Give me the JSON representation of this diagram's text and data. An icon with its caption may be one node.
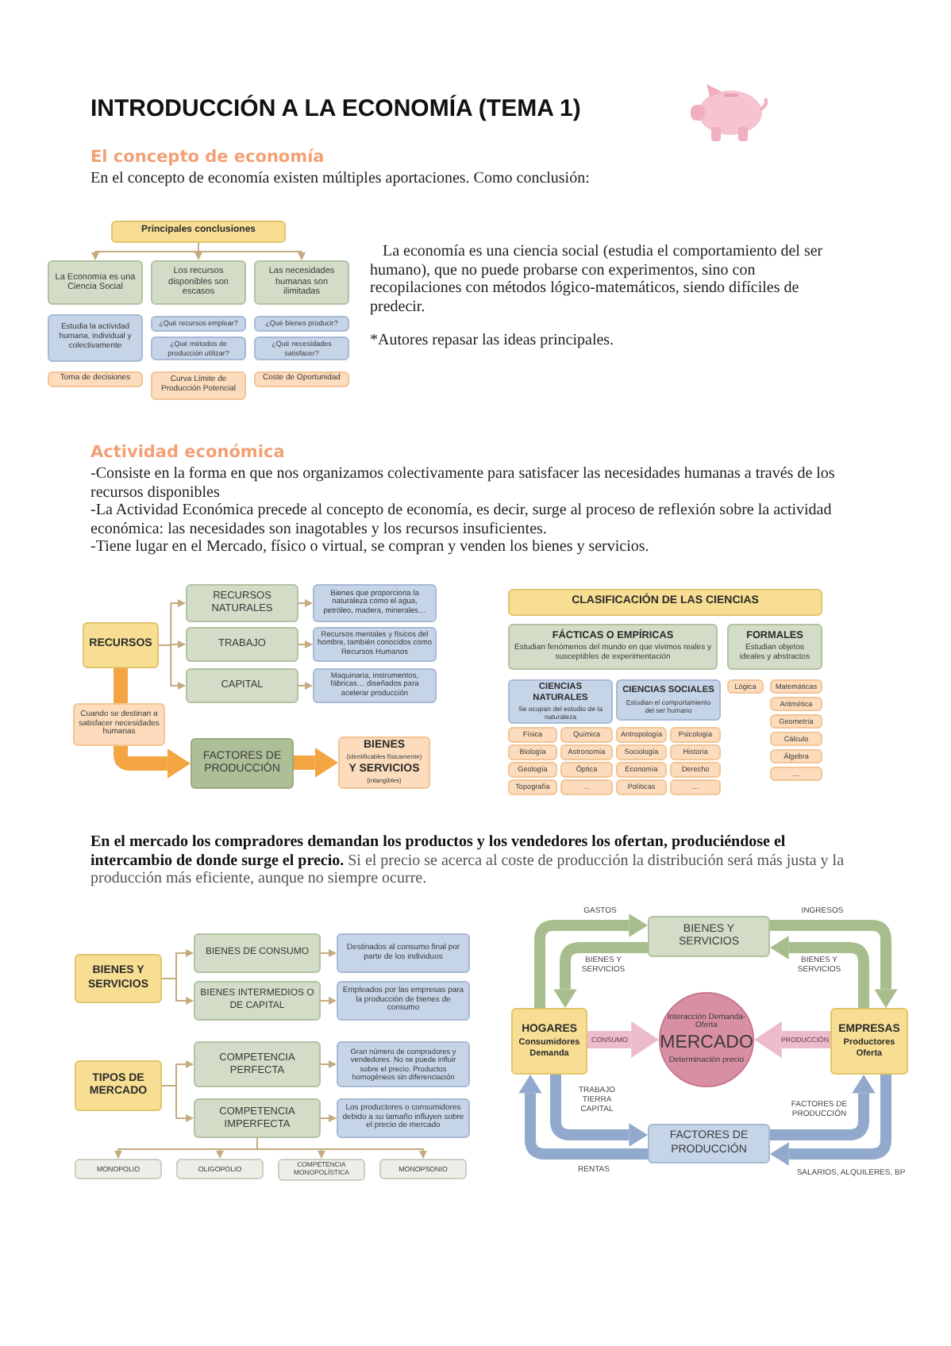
{
  "diagram": {
    "title": "INTRODUCCIÓN A LA ECONOMÍA (TEMA 1)",
    "nodes": [
      {
        "text": [
          "Principales conclusiones"
        ]
      },
      {
        "text": [
          "La Economía es una Ciencia Social"
        ]
      },
      {
        "text": [
          "Los recursos disponibles son escasos"
        ]
      },
      {
        "text": [
          "Las necesidades humanas son ilimitadas"
        ]
      },
      {
        "text": [
          "Estudia la actividad humana, individual y colectivamente"
        ]
      },
      {
        "text": [
          "¿Qué recursos emplear?"
        ]
      },
      {
        "text": [
          "¿Qué métodos de producción utilizar?"
        ]
      },
      {
        "text": [
          "¿Qué bienes producir?"
        ]
      },
      {
        "text": [
          "¿Qué necesidades satisfacer?"
        ]
      },
      {
        "text": [
          "Toma de decisiones"
        ]
      },
      {
        "text": [
          "Curva Límite de Producción Potencial"
        ]
      },
      {
        "text": [
          "Coste de Oportunidad"
        ]
      },
      {
        "text": [
          "RECURSOS"
        ]
      },
      {
        "text": [
          "RECURSOS NATURALES"
        ]
      },
      {
        "text": [
          "TRABAJO"
        ]
      },
      {
        "text": [
          "CAPITAL"
        ]
      },
      {
        "text": [
          "Bienes que proporciona la naturaleza como el agua, petróleo, madera, minerales…"
        ]
      },
      {
        "text": [
          "Recursos mentales y físicos del hombre, también conocidos como Recursos Humanos"
        ]
      },
      {
        "text": [
          "Maquinaria, instrumentos, fábricas… diseñados para acelerar producción"
        ]
      },
      {
        "text": [
          "Cuando se destinan a satisfacer necesidades humanas"
        ]
      },
      {
        "text": [
          "FACTORES DE PRODUCCIÓN"
        ]
      },
      {
        "text": [
          "BIENES",
          "(identificables físicamente)",
          "Y SERVICIOS",
          "(intangibles)"
        ]
      },
      {
        "text": [
          "CLASIFICACIÓN DE LAS CIENCIAS"
        ]
      },
      {
        "text": [
          "FÁCTICAS O EMPÍRICAS",
          "Estudian fenómenos del mundo en que vivimos reales y susceptibles de experimentación"
        ]
      },
      {
        "text": [
          "FORMALES",
          "Estudian objetos ideales y abstractos"
        ]
      },
      {
        "text": [
          "CIENCIAS NATURALES",
          "Se ocupan del estudio de la naturaleza"
        ]
      },
      {
        "text": [
          "CIENCIAS SOCIALES",
          "Estudian el comportamiento del ser humano"
        ]
      },
      {
        "text": [
          "Física"
        ]
      },
      {
        "text": [
          "Química"
        ]
      },
      {
        "text": [
          "Biología"
        ]
      },
      {
        "text": [
          "Astronomía"
        ]
      },
      {
        "text": [
          "Geología"
        ]
      },
      {
        "text": [
          "Óptica"
        ]
      },
      {
        "text": [
          "Topografía"
        ]
      },
      {
        "text": [
          "…"
        ]
      },
      {
        "text": [
          "Antropología"
        ]
      },
      {
        "text": [
          "Psicología"
        ]
      },
      {
        "text": [
          "Sociología"
        ]
      },
      {
        "text": [
          "Historia"
        ]
      },
      {
        "text": [
          "Economía"
        ]
      },
      {
        "text": [
          "Derecho"
        ]
      },
      {
        "text": [
          "Políticas"
        ]
      },
      {
        "text": [
          "…"
        ]
      },
      {
        "text": [
          "Lógica"
        ]
      },
      {
        "text": [
          "Matemáticas"
        ]
      },
      {
        "text": [
          "Aritmética"
        ]
      },
      {
        "text": [
          "Geometría"
        ]
      },
      {
        "text": [
          "Cálculo"
        ]
      },
      {
        "text": [
          "Álgebra"
        ]
      },
      {
        "text": [
          "…"
        ]
      },
      {
        "text": [
          "BIENES Y SERVICIOS"
        ]
      },
      {
        "text": [
          "BIENES DE CONSUMO"
        ]
      },
      {
        "text": [
          "BIENES INTERMEDIOS O DE CAPITAL"
        ]
      },
      {
        "text": [
          "Destinados al consumo final por parte de los individuos"
        ]
      },
      {
        "text": [
          "Empleados por las empresas para la producción de bienes de consumo"
        ]
      },
      {
        "text": [
          "TIPOS DE MERCADO"
        ]
      },
      {
        "text": [
          "COMPETENCIA PERFECTA"
        ]
      },
      {
        "text": [
          "COMPETENCIA IMPERFECTA"
        ]
      },
      {
        "text": [
          "Gran número de compradores y vendedores. No se puede influir sobre el precio. Productos homogéneos sin diferenciación"
        ]
      },
      {
        "text": [
          "Los productores o consumidores debido a su tamaño influyen sobre el precio de mercado"
        ]
      },
      {
        "text": [
          "MONOPOLIO"
        ]
      },
      {
        "text": [
          "OLIGOPOLIO"
        ]
      },
      {
        "text": [
          "COMPETENCIA MONOPOLÍSTICA"
        ]
      },
      {
        "text": [
          "MONOPSONIO"
        ]
      },
      {
        "text": [
          "BIENES Y SERVICIOS"
        ]
      },
      {
        "text": [
          "HOGARES",
          "Consumidores Demanda"
        ]
      },
      {
        "text": [
          "Interacción Demanda-Oferta",
          "MERCADO",
          "Determinación precio"
        ]
      },
      {
        "text": [
          "EMPRESAS",
          "Productores Oferta"
        ]
      },
      {
        "text": [
          "FACTORES DE PRODUCCIÓN"
        ]
      }
    ],
    "edges": [
      {
        "from": 0,
        "to": 1,
        "arrow": "to"
      },
      {
        "from": 0,
        "to": 2,
        "arrow": "to"
      },
      {
        "from": 0,
        "to": 3,
        "arrow": "to"
      },
      {
        "from": 12,
        "to": 13,
        "arrow": "to"
      },
      {
        "from": 12,
        "to": 14,
        "arrow": "to"
      },
      {
        "from": 12,
        "to": 15,
        "arrow": "to"
      },
      {
        "from": 13,
        "to": 16,
        "arrow": "to"
      },
      {
        "from": 14,
        "to": 17,
        "arrow": "to"
      },
      {
        "from": 15,
        "to": 18,
        "arrow": "to"
      },
      {
        "from": 12,
        "to": 19,
        "arrow": "none",
        "style": "thick",
        "color": "#f2a541"
      },
      {
        "from": 19,
        "to": 20,
        "arrow": "to",
        "style": "thick",
        "color": "#f2a541"
      },
      {
        "from": 20,
        "to": 21,
        "arrow": "to",
        "style": "thick",
        "color": "#f2a541"
      },
      {
        "from": 50,
        "to": 51,
        "arrow": "to"
      },
      {
        "from": 50,
        "to": 52,
        "arrow": "to"
      },
      {
        "from": 51,
        "to": 53,
        "arrow": "to"
      },
      {
        "from": 52,
        "to": 54,
        "arrow": "to"
      },
      {
        "from": 55,
        "to": 56,
        "arrow": "to"
      },
      {
        "from": 55,
        "to": 57,
        "arrow": "to"
      },
      {
        "from": 56,
        "to": 58,
        "arrow": "to"
      },
      {
        "from": 57,
        "to": 59,
        "arrow": "to"
      },
      {
        "from": 57,
        "to": 60,
        "arrow": "to"
      },
      {
        "from": 57,
        "to": 61,
        "arrow": "to"
      },
      {
        "from": 57,
        "to": 62,
        "arrow": "to"
      },
      {
        "from": 57,
        "to": 63,
        "arrow": "to"
      },
      {
        "from": 65,
        "to": 64,
        "arrow": "to",
        "label": "GASTOS",
        "style": "thick",
        "color": "#a8bd8d"
      },
      {
        "from": 64,
        "to": 65,
        "arrow": "to",
        "label": "BIENES Y SERVICIOS",
        "style": "thick",
        "color": "#a8bd8d"
      },
      {
        "from": 64,
        "to": 67,
        "arrow": "to",
        "label": "INGRESOS",
        "style": "thick",
        "color": "#a8bd8d"
      },
      {
        "from": 67,
        "to": 64,
        "arrow": "to",
        "label": "BIENES Y SERVICIOS",
        "style": "thick",
        "color": "#a8bd8d"
      },
      {
        "from": 65,
        "to": 66,
        "arrow": "to",
        "label": "CONSUMO",
        "style": "thick",
        "color": "#edbccb"
      },
      {
        "from": 67,
        "to": 66,
        "arrow": "to",
        "label": "PRODUCCIÓN",
        "style": "thick",
        "color": "#edbccb"
      },
      {
        "from": 65,
        "to": 68,
        "arrow": "to",
        "label": "TRABAJO TIERRA CAPITAL",
        "style": "thick",
        "color": "#90a9cd"
      },
      {
        "from": 68,
        "to": 65,
        "arrow": "to",
        "label": "RENTAS",
        "style": "thick",
        "color": "#90a9cd"
      },
      {
        "from": 68,
        "to": 67,
        "arrow": "to",
        "label": "FACTORES DE PRODUCCIÓN",
        "style": "thick",
        "color": "#90a9cd"
      },
      {
        "from": 67,
        "to": 68,
        "arrow": "to",
        "label": "SALARIOS, ALQUILERES, BP",
        "style": "thick",
        "color": "#90a9cd"
      }
    ],
    "labels": [
      "El concepto de economía",
      "En el concepto de economía existen múltiples aportaciones. Como conclusión:",
      "La economía es una ciencia social (estudia el comportamiento del ser humano), que no puede probarse con experimentos, sino con recopilaciones con métodos lógico-matemáticos, siendo difíciles de predecir.",
      "*Autores repasar las ideas principales.",
      "Actividad económica",
      "-Consiste en la forma en que nos organizamos colectivamente para satisfacer las necesidades humanas a través de los recursos disponibles",
      "-La Actividad Económica precede al concepto de economía, es decir, surge al proceso de reflexión sobre la actividad económica: las necesidades son inagotables y los recursos insuficientes.",
      "-Tiene lugar en el Mercado, físico o virtual, se compran y venden los bienes y servicios.",
      "**En el mercado los compradores demandan los productos y los vendedores los ofertan, produciéndose el intercambio de donde surge el precio.** Si el precio se acerca al coste de producción la distribución será más justa y la producción más eficiente, aunque no siempre ocurre."
    ]
  }
}
